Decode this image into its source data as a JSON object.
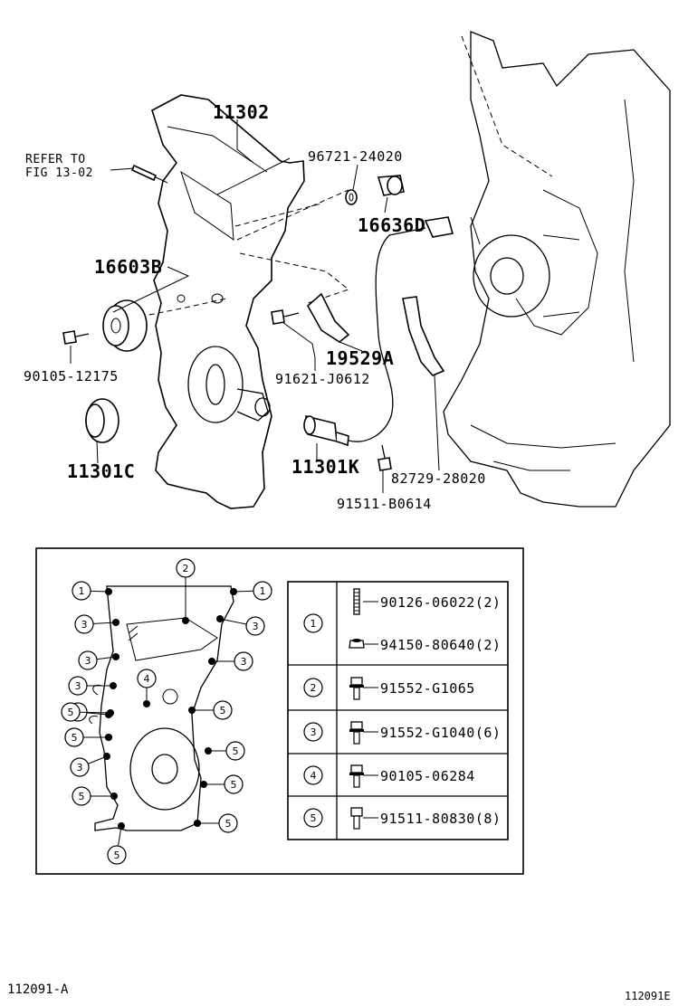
{
  "callouts": {
    "c11302": "11302",
    "refer_line1": "REFER TO",
    "refer_line2": "FIG 13-02",
    "c96721": "96721-24020",
    "c16636d": "16636D",
    "c16603b": "16603B",
    "c90105": "90105-12175",
    "c19529a": "19529A",
    "c91621": "91621-J0612",
    "c11301c": "11301C",
    "c11301k": "11301K",
    "c82729": "82729-28020",
    "c91511b": "91511-B0614"
  },
  "bolt_map": {
    "markers": [
      "1",
      "2",
      "1",
      "3",
      "3",
      "3",
      "3",
      "4",
      "3",
      "3",
      "5",
      "5",
      "5",
      "5",
      "3",
      "5",
      "5",
      "5",
      "5",
      "5"
    ]
  },
  "legend": {
    "rows": [
      {
        "key": "1",
        "parts": [
          "90126-06022(2)",
          "94150-80640(2)"
        ],
        "icons": [
          "stud-icon",
          "nut-icon"
        ]
      },
      {
        "key": "2",
        "parts": [
          "91552-G1065"
        ],
        "icons": [
          "flange-bolt-icon"
        ]
      },
      {
        "key": "3",
        "parts": [
          "91552-G1040(6)"
        ],
        "icons": [
          "flange-bolt-icon"
        ]
      },
      {
        "key": "4",
        "parts": [
          "90105-06284"
        ],
        "icons": [
          "flange-bolt-icon"
        ]
      },
      {
        "key": "5",
        "parts": [
          "91511-80830(8)"
        ],
        "icons": [
          "bolt-icon"
        ]
      }
    ]
  },
  "footer": {
    "left": "112091-A",
    "right": "112091E"
  }
}
